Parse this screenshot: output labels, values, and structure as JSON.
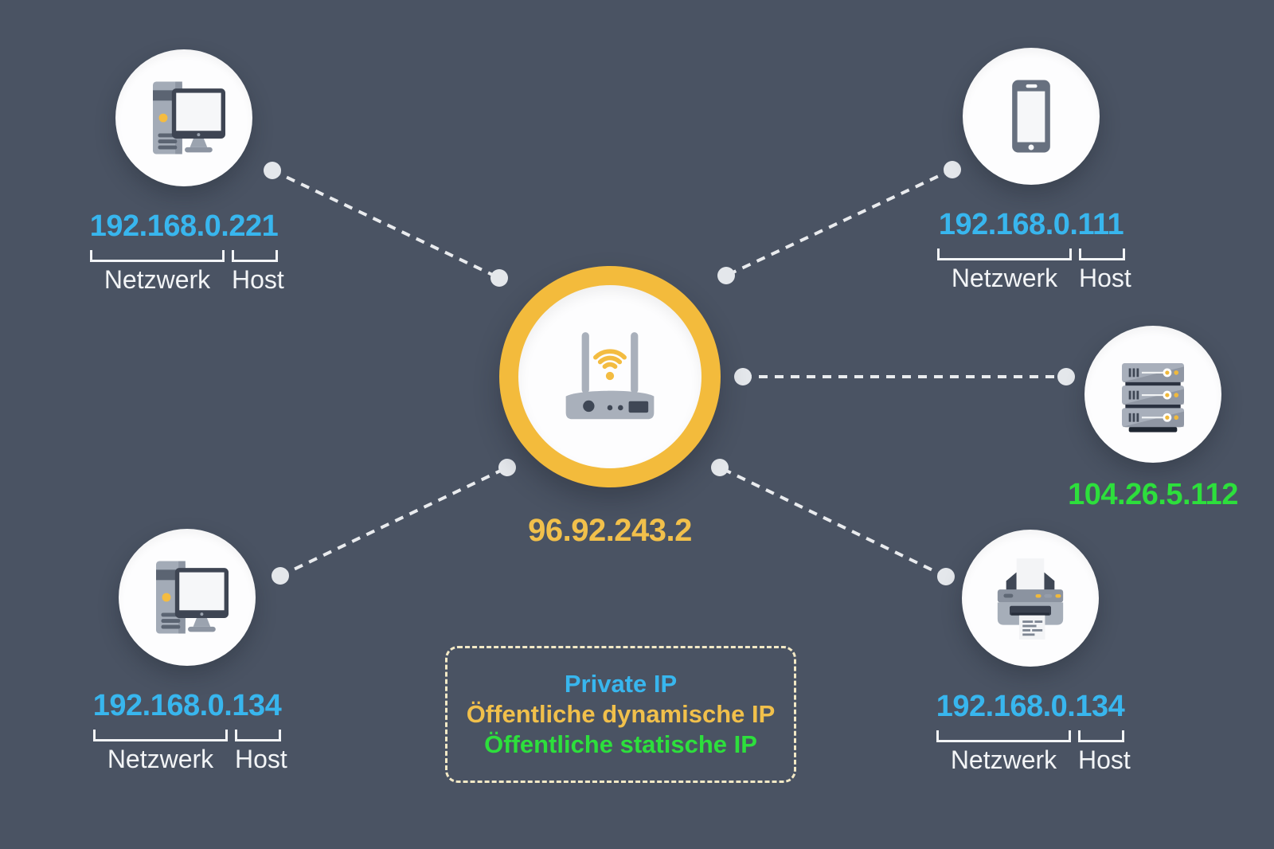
{
  "router": {
    "ip": "96.92.243.2",
    "icon": "wifi-router-icon",
    "ip_type": "public-dynamic"
  },
  "devices": [
    {
      "name": "desktop-computer-top-left",
      "icon": "desktop-computer-icon",
      "ip": "192.168.0.221",
      "ip_type": "private",
      "network_label": "Netzwerk",
      "host_label": "Host"
    },
    {
      "name": "smartphone-top-right",
      "icon": "smartphone-icon",
      "ip": "192.168.0.111",
      "ip_type": "private",
      "network_label": "Netzwerk",
      "host_label": "Host"
    },
    {
      "name": "server-right",
      "icon": "server-rack-icon",
      "ip": "104.26.5.112",
      "ip_type": "public-static"
    },
    {
      "name": "desktop-computer-bottom-left",
      "icon": "desktop-computer-icon",
      "ip": "192.168.0.134",
      "ip_type": "private",
      "network_label": "Netzwerk",
      "host_label": "Host"
    },
    {
      "name": "printer-bottom-right",
      "icon": "printer-icon",
      "ip": "192.168.0.134",
      "ip_type": "private",
      "network_label": "Netzwerk",
      "host_label": "Host"
    }
  ],
  "legend": {
    "items": [
      {
        "label": "Private IP",
        "color": "#38b6ee"
      },
      {
        "label": "Öffentliche dynamische IP",
        "color": "#f1c04b"
      },
      {
        "label": "Öffentliche statische IP",
        "color": "#2ddf3c"
      }
    ]
  },
  "colors": {
    "background": "#4a5363",
    "private_ip": "#38b6ee",
    "public_dynamic_ip": "#f1c04b",
    "public_static_ip": "#2ddf3c",
    "router_ring": "#f3bb3c",
    "connector_line": "#e9ebee",
    "bracket_text": "#f2f4f6",
    "legend_border": "#f3e9c6"
  }
}
